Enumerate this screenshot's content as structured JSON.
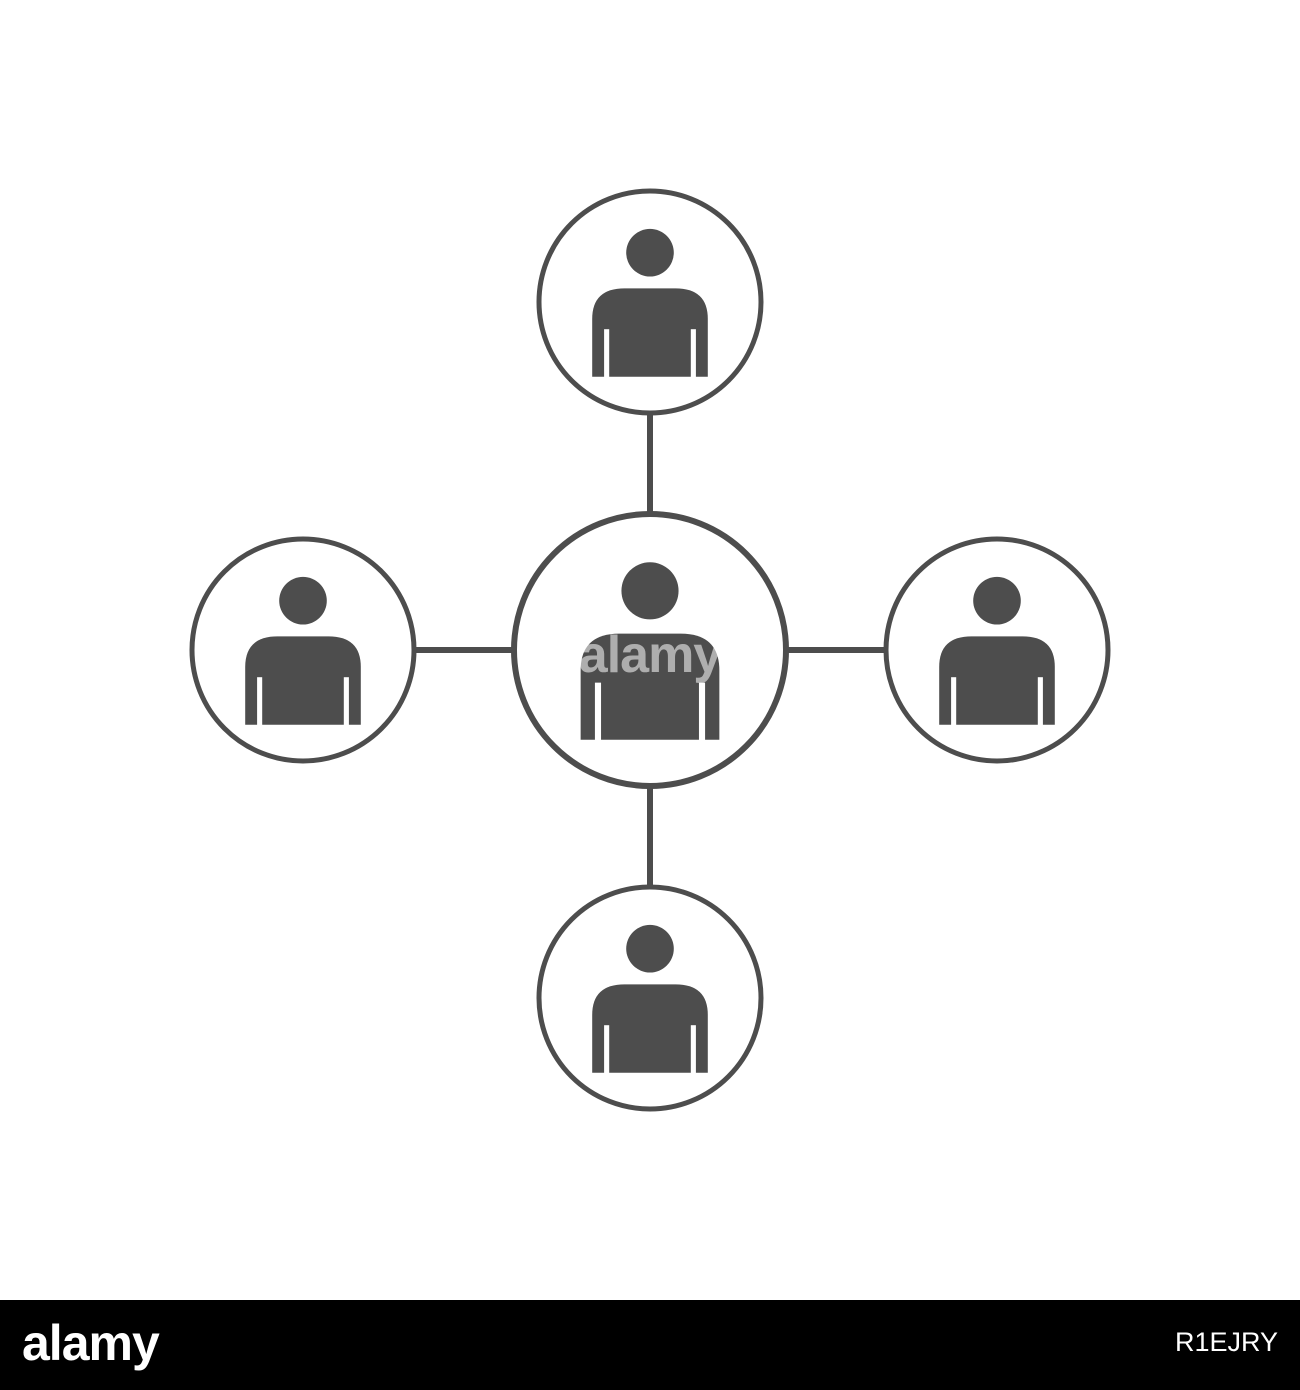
{
  "colors": {
    "background": "#ffffff",
    "stroke": "#4d4d4d",
    "figure": "#4d4d4d",
    "footer_background": "#000000",
    "footer_text": "#ffffff"
  },
  "diagram": {
    "type": "hub-and-spoke network",
    "hub": {
      "name": "center",
      "icon": "person-icon"
    },
    "nodes": [
      {
        "name": "top",
        "icon": "person-icon"
      },
      {
        "name": "left",
        "icon": "person-icon"
      },
      {
        "name": "right",
        "icon": "person-icon"
      },
      {
        "name": "bottom",
        "icon": "person-icon"
      }
    ],
    "edges": [
      [
        "center",
        "top"
      ],
      [
        "center",
        "left"
      ],
      [
        "center",
        "right"
      ],
      [
        "center",
        "bottom"
      ]
    ]
  },
  "watermark": "alamy",
  "footer": {
    "brand": "alamy",
    "image_id": "R1EJRY"
  }
}
